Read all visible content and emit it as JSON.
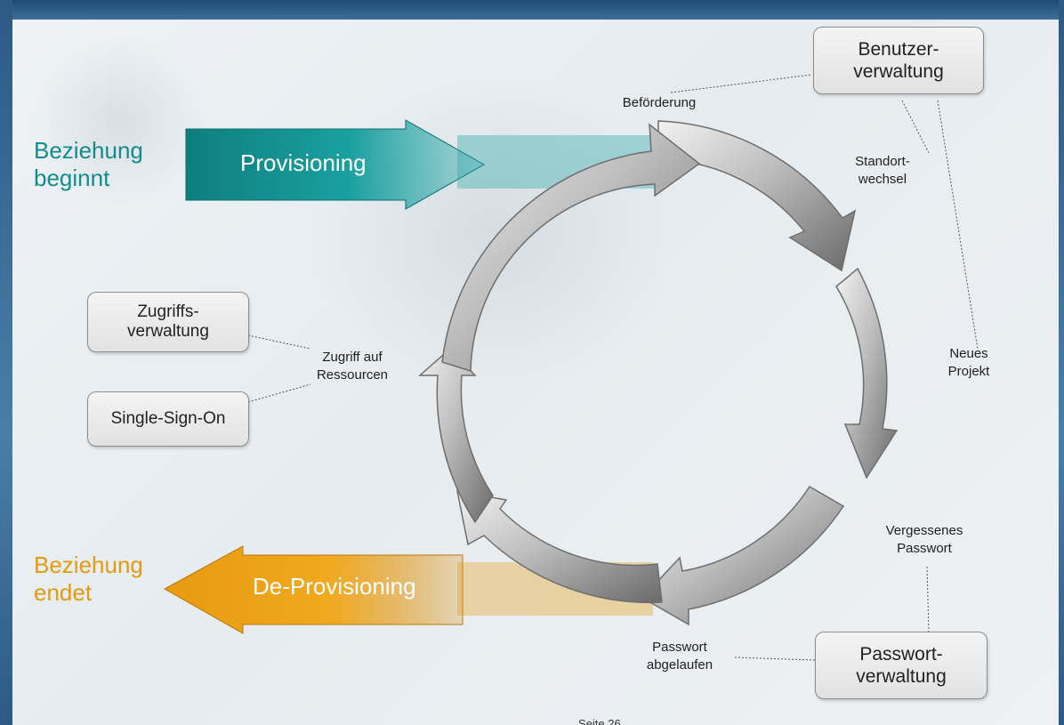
{
  "left_titles": {
    "begin": [
      "Beziehung",
      "beginnt"
    ],
    "end": [
      "Beziehung",
      "endet"
    ]
  },
  "arrows": {
    "provisioning": "Provisioning",
    "deprovisioning": "De-Provisioning"
  },
  "cycle_labels": {
    "befoerderung": "Beförderung",
    "standortwechsel": [
      "Standort-",
      "wechsel"
    ],
    "neues_projekt": [
      "Neues",
      "Projekt"
    ],
    "vergessenes_passwort": [
      "Vergessenes",
      "Passwort"
    ],
    "passwort_abgelaufen": [
      "Passwort",
      "abgelaufen"
    ],
    "zugriff": [
      "Zugriff auf",
      "Ressourcen"
    ]
  },
  "boxes": {
    "benutzerverwaltung": [
      "Benutzer-",
      "verwaltung"
    ],
    "passwortverwaltung": [
      "Passwort-",
      "verwaltung"
    ],
    "zugriffsverwaltung": [
      "Zugriffs-",
      "verwaltung"
    ],
    "sso": "Single-Sign-On"
  },
  "page_number": "Seite 26",
  "colors": {
    "teal": "#128c8c",
    "orange": "#e69a10",
    "ring_light": "#e9e9e9",
    "ring_dark": "#6d6d6d"
  }
}
